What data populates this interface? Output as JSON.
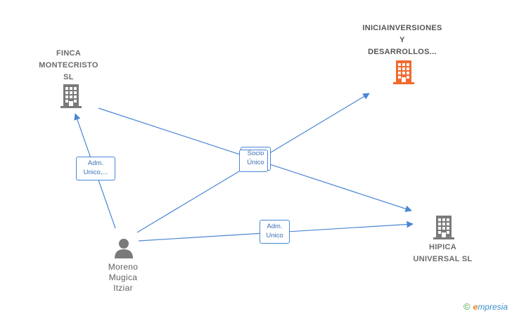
{
  "nodes": {
    "finca": {
      "label_lines": [
        "FINCA",
        "MONTECRISTO",
        "SL"
      ]
    },
    "inicia": {
      "label_lines": [
        "INICIAINVERSIONES",
        "Y",
        "DESARROLLOS..."
      ]
    },
    "hipica": {
      "label_lines": [
        "HIPICA",
        "UNIVERSAL SL"
      ]
    },
    "person": {
      "label_lines": [
        "Moreno",
        "Mugica",
        "Itziar"
      ]
    }
  },
  "edges": {
    "adm_unico_finca": {
      "lines": [
        "Adm.",
        "Unico,..."
      ]
    },
    "socio_unico": {
      "lines": [
        "Socio",
        "Único"
      ]
    },
    "adm_unico_hipica": {
      "lines": [
        "Adm.",
        "Unico"
      ]
    }
  },
  "colors": {
    "company_icon": "#7a7a7a",
    "highlight_icon": "#f26a2e",
    "person_icon": "#7a7a7a",
    "edge": "#4a87d4"
  },
  "icons": {
    "company": "building-icon",
    "person": "person-icon"
  },
  "brand": {
    "copyright": "©",
    "first_letter": "e",
    "rest": "mpresia"
  }
}
